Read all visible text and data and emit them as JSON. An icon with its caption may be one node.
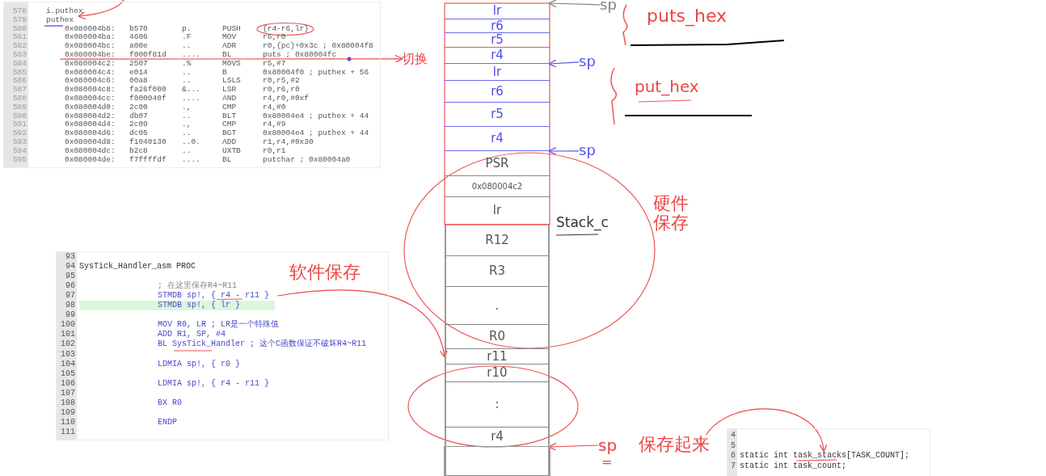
{
  "diagram": {
    "nodes": [
      {
        "text": [],
        "shape": "box"
      },
      {
        "text": [
          "578",
          "i.puthex"
        ],
        "in": 0
      },
      {
        "text": [
          "579",
          "puthex"
        ],
        "in": 0
      },
      {
        "text": [
          "580",
          "0x080004b8:",
          "b570",
          "p.",
          "PUSH",
          "{r4-r6,lr}"
        ],
        "in": 0
      },
      {
        "text": [
          "581",
          "0x080004ba:",
          "4606",
          ".F",
          "MOV",
          "r6,r0"
        ],
        "in": 0
      },
      {
        "text": [
          "582",
          "0x080004bc:",
          "a00e",
          "..",
          "ADR",
          "r0,{pc}+0x3c ; 0x80004f8"
        ],
        "in": 0
      },
      {
        "text": [
          "583",
          "0x080004be:",
          "f000f81d",
          "....",
          "BL",
          "puts ; 0x80004fc"
        ],
        "in": 0
      },
      {
        "text": [
          "584",
          "0x080004c2:",
          "2507",
          ".%",
          "MOVS",
          "r5,#7"
        ],
        "in": 0
      },
      {
        "text": [
          "585",
          "0x080004c4:",
          "e014",
          "..",
          "B",
          "0x80004f0 ; puthex + 56"
        ],
        "in": 0
      },
      {
        "text": [
          "586",
          "0x080004c6:",
          "00a8",
          "..",
          "LSLS",
          "r0,r5,#2"
        ],
        "in": 0
      },
      {
        "text": [
          "587",
          "0x080004c8:",
          "fa26f000",
          "&...",
          "LSR",
          "r0,r6,r0"
        ],
        "in": 0
      },
      {
        "text": [
          "588",
          "0x080004cc:",
          "f000040f",
          "....",
          "AND",
          "r4,r0,#0xf"
        ],
        "in": 0
      },
      {
        "text": [
          "589",
          "0x080004d0:",
          "2c00",
          ".,",
          "CMP",
          "r4,#0"
        ],
        "in": 0
      },
      {
        "text": [
          "590",
          "0x080004d2:",
          "db07",
          "..",
          "BLT",
          "0x80004e4 ; puthex + 44"
        ],
        "in": 0
      },
      {
        "text": [
          "591",
          "0x080004d4:",
          "2c09",
          ".,",
          "CMP",
          "r4,#9"
        ],
        "in": 0
      },
      {
        "text": [
          "592",
          "0x080004d6:",
          "dc05",
          "..",
          "BGT",
          "0x80004e4 ; puthex + 44"
        ],
        "in": 0
      },
      {
        "text": [
          "593",
          "0x080004d8:",
          "f1040130",
          "..0.",
          "ADD",
          "r1,r4,#0x30"
        ],
        "in": 0
      },
      {
        "text": [
          "594",
          "0x080004dc:",
          "b2c8",
          "..",
          "UXTB",
          "r0,r1"
        ],
        "in": 0
      },
      {
        "text": [
          "595",
          "0x080004de:",
          "f7ffffdf",
          "....",
          "BL",
          "putchar ; 0x80004a0"
        ],
        "in": 0
      },
      {
        "text": [],
        "shape": "box"
      },
      {
        "text": [
          "93"
        ],
        "in": 19
      },
      {
        "text": [
          "94",
          "SysTick_Handler_asm PROC"
        ],
        "in": 19
      },
      {
        "text": [
          "95"
        ],
        "in": 19
      },
      {
        "text": [
          "96",
          "; 在这里保存R4~R11"
        ],
        "in": 19
      },
      {
        "text": [
          "97",
          "STMDB sp!, { r4 - r11 }"
        ],
        "in": 19
      },
      {
        "text": [
          "98",
          "STMDB sp!, { lr }"
        ],
        "in": 19
      },
      {
        "text": [
          "99"
        ],
        "in": 19
      },
      {
        "text": [
          "100",
          "MOV R0, LR ; LR是一个特殊值"
        ],
        "in": 19
      },
      {
        "text": [
          "101",
          "ADD R1, SP, #4"
        ],
        "in": 19
      },
      {
        "text": [
          "102",
          "BL SysTick_Handler ; 这个C函数保证不破坏R4~R11"
        ],
        "in": 19
      },
      {
        "text": [
          "103"
        ],
        "in": 19
      },
      {
        "text": [
          "104",
          "LDMIA sp!, { r0 }"
        ],
        "in": 19
      },
      {
        "text": [
          "105"
        ],
        "in": 19
      },
      {
        "text": [
          "106",
          "LDMIA sp!, { r4 - r11 }"
        ],
        "in": 19
      },
      {
        "text": [
          "107"
        ],
        "in": 19
      },
      {
        "text": [
          "108",
          "BX R0"
        ],
        "in": 19
      },
      {
        "text": [
          "109"
        ],
        "in": 19
      },
      {
        "text": [
          "110",
          "ENDP"
        ],
        "in": 19
      },
      {
        "text": [
          "111"
        ],
        "in": 19
      },
      {
        "text": [],
        "shape": "box"
      },
      {
        "text": [
          "4"
        ],
        "in": 39
      },
      {
        "text": [
          "5"
        ],
        "in": 39
      },
      {
        "text": [
          "6",
          "static int task_stacks[TASK_COUNT];"
        ],
        "in": 39
      },
      {
        "text": [
          "7",
          "static int task_count;"
        ],
        "in": 39
      },
      {
        "text": [
          "lr"
        ]
      },
      {
        "text": [
          "r6"
        ]
      },
      {
        "text": [
          "r5"
        ]
      },
      {
        "text": [
          "r4"
        ]
      },
      {
        "text": [
          "lr"
        ]
      },
      {
        "text": [
          "r6"
        ]
      },
      {
        "text": [
          "r5"
        ]
      },
      {
        "text": [
          "r4"
        ]
      },
      {
        "text": [
          "PSR"
        ]
      },
      {
        "text": [
          "0x080004c2"
        ]
      },
      {
        "text": [
          "lr"
        ]
      },
      {
        "text": [
          "R12"
        ]
      },
      {
        "text": [
          "R3"
        ]
      },
      {
        "text": [
          "."
        ]
      },
      {
        "text": [
          "R0"
        ]
      },
      {
        "text": [
          "r11"
        ]
      },
      {
        "text": [
          "r10"
        ]
      },
      {
        "text": [
          ":"
        ]
      },
      {
        "text": [
          "r4"
        ]
      },
      {
        "text": [],
        "shape": "box"
      },
      {
        "text": [
          "sp"
        ]
      },
      {
        "text": [
          "sp"
        ]
      },
      {
        "text": [
          "sp"
        ]
      },
      {
        "text": [
          "sp"
        ]
      },
      {
        "text": [
          "保存起来"
        ]
      },
      {
        "text": [
          "切换"
        ]
      }
    ],
    "edges": [
      {
        "from": null,
        "to": 2,
        "arrow": "to"
      },
      {
        "from": 6,
        "to": 69,
        "arrow": "to"
      },
      {
        "from": 24,
        "to": 59,
        "arrow": "to"
      },
      {
        "from": 68,
        "to": 42,
        "arrow": "to"
      },
      {
        "from": 64,
        "to": 44,
        "arrow": "to",
        "color": "#808080"
      },
      {
        "from": 65,
        "to": 47,
        "arrow": "to",
        "color": "#5555ee"
      },
      {
        "from": 66,
        "to": 51,
        "arrow": "to",
        "color": "#5555ee"
      },
      {
        "from": 67,
        "to": 62,
        "arrow": "to"
      }
    ],
    "labels": [
      "puts_hex",
      "put_hex",
      "Stack_c",
      "硬件保存",
      "软件保存",
      "="
    ]
  }
}
